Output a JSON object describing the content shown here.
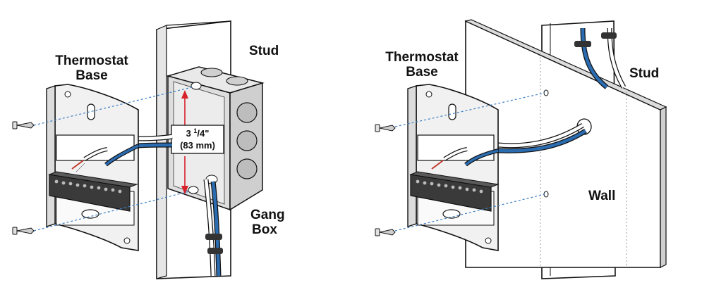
{
  "colors": {
    "wire_blue": "#2b6cb0",
    "guide_line": "#3b7fc4",
    "dimension_arrow": "#d6202a",
    "plate_fill": "#f1f1f1",
    "box_gray": "#d9d9d9",
    "ink": "#111111"
  },
  "left_panel": {
    "thermostat_label_line1": "Thermostat",
    "thermostat_label_line2": "Base",
    "stud_label": "Stud",
    "gang_box_line1": "Gang",
    "gang_box_line2": "Box",
    "dimension_whole": "3 ",
    "dimension_num": "1",
    "dimension_den": "/4\"",
    "dimension_metric": "(83 mm)"
  },
  "right_panel": {
    "thermostat_label_line1": "Thermostat",
    "thermostat_label_line2": "Base",
    "stud_label": "Stud",
    "wall_label": "Wall"
  },
  "icons": {
    "screw": "screw-icon",
    "wire_tie": "wire-tie-icon"
  }
}
